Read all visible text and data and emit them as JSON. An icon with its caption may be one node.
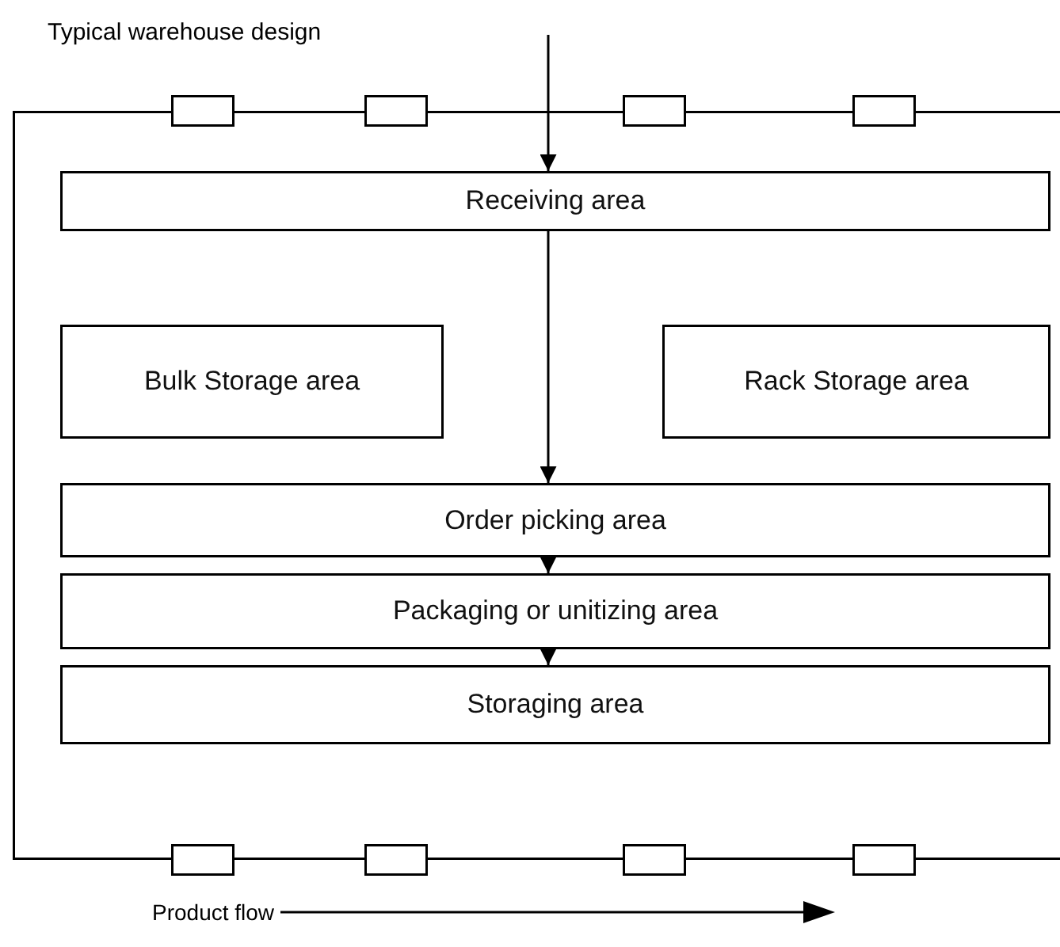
{
  "diagram": {
    "title": "Typical warehouse design",
    "nodes": [
      {
        "text": [],
        "shape": "box"
      },
      {
        "text": [],
        "shape": "box"
      },
      {
        "text": [],
        "shape": "box"
      },
      {
        "text": [],
        "shape": "box"
      },
      {
        "text": [],
        "shape": "box"
      },
      {
        "text": [
          "Receiving area"
        ],
        "in": 0
      },
      {
        "text": [
          "Bulk Storage area"
        ],
        "in": 0
      },
      {
        "text": [
          "Rack Storage area"
        ],
        "in": 0
      },
      {
        "text": [
          "Order picking area"
        ],
        "in": 0
      },
      {
        "text": [
          "Packaging or unitizing area"
        ],
        "in": 0
      },
      {
        "text": [
          "Storaging area"
        ],
        "in": 0
      },
      {
        "text": [],
        "shape": "box"
      },
      {
        "text": [],
        "shape": "box"
      },
      {
        "text": [],
        "shape": "box"
      },
      {
        "text": [],
        "shape": "box"
      }
    ],
    "edges": [
      {
        "from": null,
        "to": 5,
        "arrow": "to"
      },
      {
        "from": 5,
        "to": 8,
        "arrow": "to"
      },
      {
        "from": 8,
        "to": 9,
        "arrow": "to"
      },
      {
        "from": 9,
        "to": 10,
        "arrow": "to"
      }
    ],
    "legend": [
      {
        "text": "Product flow"
      }
    ]
  }
}
